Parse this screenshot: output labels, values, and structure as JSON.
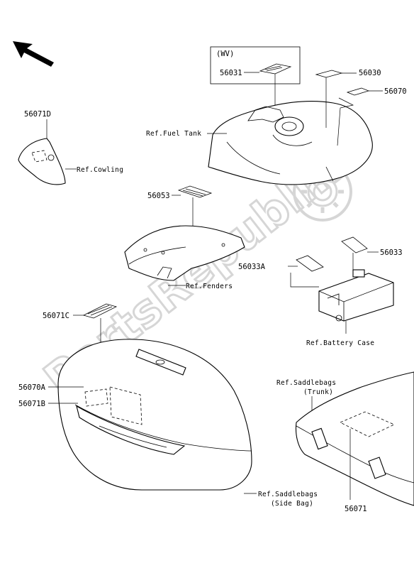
{
  "box_label": "(WV)",
  "parts": {
    "p56031": "56031",
    "p56030": "56030",
    "p56070": "56070",
    "p56071D": "56071D",
    "p56053": "56053",
    "p56033": "56033",
    "p56033A": "56033A",
    "p56071C": "56071C",
    "p56070A": "56070A",
    "p56071B": "56071B",
    "p56071": "56071"
  },
  "refs": {
    "fuel_tank": "Ref.Fuel Tank",
    "cowling": "Ref.Cowling",
    "fenders": "Ref.Fenders",
    "battery_case": "Ref.Battery Case",
    "saddlebags_trunk_1": "Ref.Saddlebags",
    "saddlebags_trunk_2": "(Trunk)",
    "saddlebags_side_1": "Ref.Saddlebags",
    "saddlebags_side_2": "(Side Bag)"
  },
  "watermark": "PartsRepublik",
  "icons": {
    "direction": "front-direction-arrow-icon",
    "gear": "gear-icon"
  }
}
